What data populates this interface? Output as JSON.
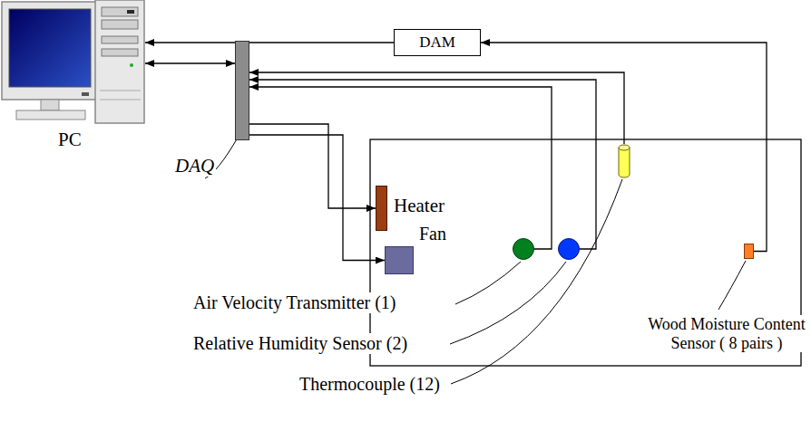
{
  "diagram": {
    "nodes": [
      {
        "text": [
          "PC"
        ]
      },
      {
        "text": [
          "DAQ"
        ]
      },
      {
        "text": [
          "DAM"
        ]
      },
      {
        "text": [
          "Heater"
        ]
      },
      {
        "text": [
          "Fan"
        ]
      },
      {
        "text": [
          "Air Velocity Transmitter (1)"
        ]
      },
      {
        "text": [
          "Relative Humidity Sensor (2)"
        ]
      },
      {
        "text": [
          "Thermocouple (12)"
        ]
      },
      {
        "text": [
          "Wood Moisture Content Sensor ( 8 pairs )"
        ]
      }
    ],
    "edges": [
      {
        "from": 1,
        "to": 0,
        "arrow": "both"
      },
      {
        "from": 2,
        "to": 0,
        "arrow": "to"
      },
      {
        "from": 1,
        "to": 3,
        "arrow": "to"
      },
      {
        "from": 1,
        "to": 4,
        "arrow": "to"
      },
      {
        "from": 5,
        "to": 1,
        "arrow": "to"
      },
      {
        "from": 6,
        "to": 1,
        "arrow": "to"
      },
      {
        "from": 7,
        "to": 1,
        "arrow": "to"
      },
      {
        "from": 8,
        "to": 2,
        "arrow": "to"
      }
    ]
  }
}
